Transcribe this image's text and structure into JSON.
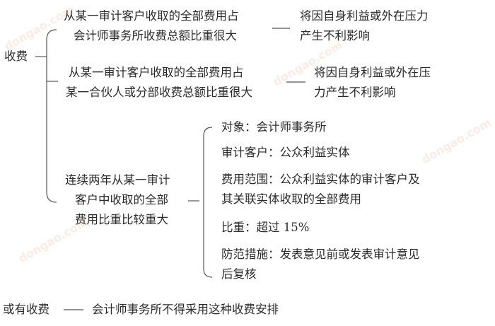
{
  "root_label": "收费",
  "branch1": {
    "line1": "从某一审计客户收取的全部费用占",
    "line2": "会计师事务所收费总额比重很大",
    "result1": "将因自身利益或外在压力",
    "result2": "产生不利影响"
  },
  "branch2": {
    "line1": "从某一审计客户收取的全部费用占",
    "line2": "某一合伙人或分部收费总额比重很大",
    "result1": "将因自身利益或外在压",
    "result2": "力产生不利影响"
  },
  "branch3": {
    "line1": "连续两年从某一审计",
    "line2": "客户中收取的全部",
    "line3": "费用比重比较重大",
    "details": {
      "d1": "对象：会计师事务所",
      "d2": "审计客户：公众利益实体",
      "d3a": "费用范围：公众利益实体的审计客户及",
      "d3b": "其关联实体收取的全部费用",
      "d4": "比重：超过 15%",
      "d5a": "防范措施：发表意见前或发表审计意见",
      "d5b": "后复核"
    }
  },
  "bottom": {
    "label": "或有收费",
    "text": "会计师事务所不得采用这种收费安排"
  },
  "watermark": "dongao.com"
}
